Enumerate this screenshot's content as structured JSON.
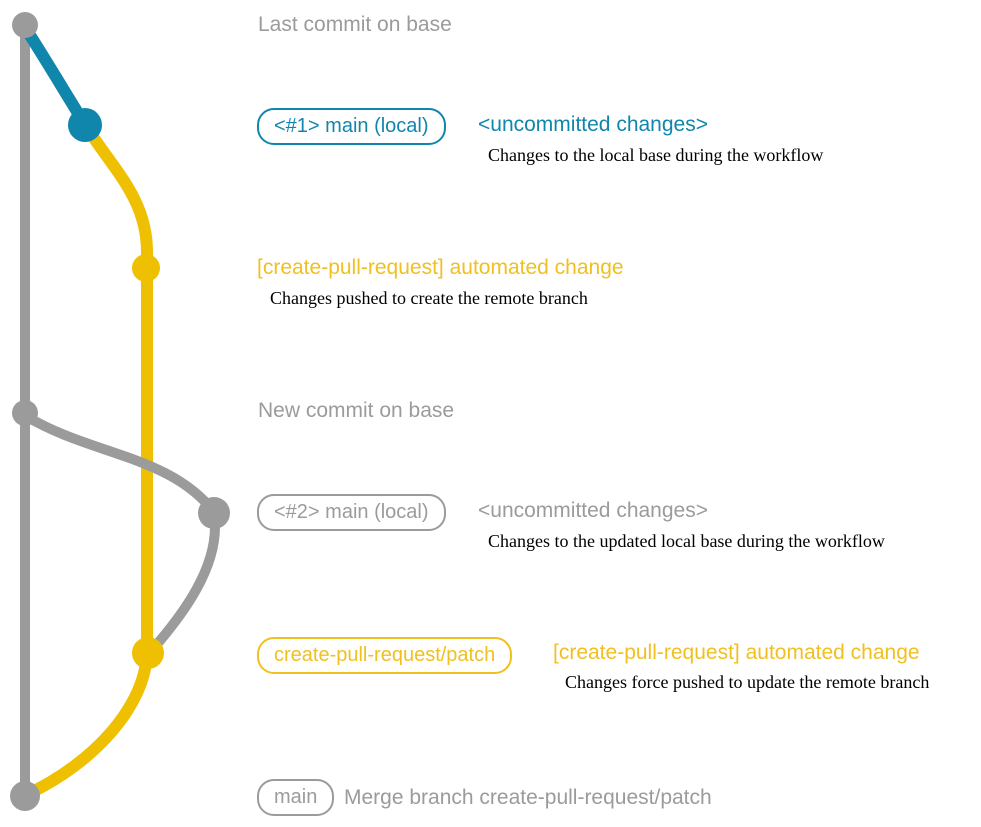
{
  "diagram": {
    "kind": "git-branch-workflow",
    "colors": {
      "gray": "#9b9b9b",
      "blue": "#1186ad",
      "yellow_line": "#eec001",
      "yellow_text": "#f0c020",
      "description_ink": "#000000"
    },
    "branches": [
      {
        "name": "base",
        "color": "#9b9b9b"
      },
      {
        "name": "main (local)",
        "color": "#1186ad"
      },
      {
        "name": "create-pull-request/patch",
        "color": "#eec001"
      }
    ]
  },
  "texts": {
    "last_commit": "Last commit on base",
    "badge_main_local_1": "<#1> main (local)",
    "uncommitted_1": "<uncommitted changes>",
    "uncommitted_1_desc": "Changes to the local base during the workflow",
    "automated_change_1": "[create-pull-request] automated change",
    "automated_change_1_desc": "Changes pushed to create the remote branch",
    "new_commit": "New commit on base",
    "badge_main_local_2": "<#2> main (local)",
    "uncommitted_2": "<uncommitted changes>",
    "uncommitted_2_desc": "Changes to the updated local base during the workflow",
    "badge_patch_branch": "create-pull-request/patch",
    "automated_change_2": "[create-pull-request] automated change",
    "automated_change_2_desc": "Changes force pushed to update the remote branch",
    "badge_main": "main",
    "merge_commit": "Merge branch create-pull-request/patch"
  }
}
